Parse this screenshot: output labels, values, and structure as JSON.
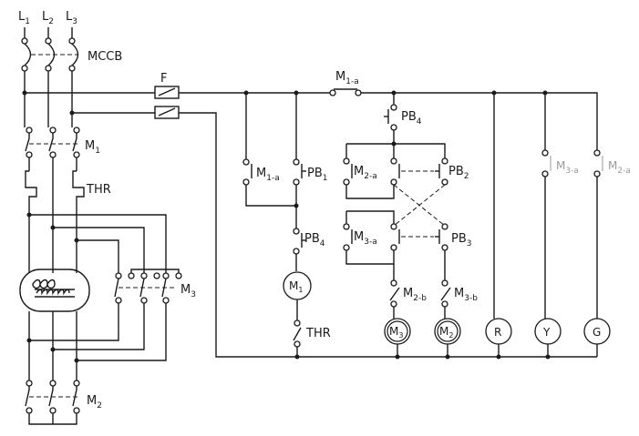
{
  "lines": {
    "l1": {
      "main": "L",
      "sub": "1"
    },
    "l2": {
      "main": "L",
      "sub": "2"
    },
    "l3": {
      "main": "L",
      "sub": "3"
    }
  },
  "breaker": "MCCB",
  "fuse": "F",
  "contactor_m1": {
    "main": "M",
    "sub": "1"
  },
  "overload_power": "THR",
  "contactor_m3": {
    "main": "M",
    "sub": "3"
  },
  "contactor_m2": {
    "main": "M",
    "sub": "2"
  },
  "control": {
    "m1a_top": {
      "main": "M",
      "sub": "1-a"
    },
    "pb4_top": {
      "main": "PB",
      "sub": "4"
    },
    "m1a_hold": {
      "main": "M",
      "sub": "1-a"
    },
    "pb1": {
      "main": "PB",
      "sub": "1"
    },
    "pb4_mid": {
      "main": "PB",
      "sub": "4"
    },
    "m2a": {
      "main": "M",
      "sub": "2-a"
    },
    "pb2": {
      "main": "PB",
      "sub": "2"
    },
    "m3a": {
      "main": "M",
      "sub": "3-a"
    },
    "pb3": {
      "main": "PB",
      "sub": "3"
    },
    "m2b": {
      "main": "M",
      "sub": "2-b"
    },
    "m3b": {
      "main": "M",
      "sub": "3-b"
    },
    "m3a_lamp": {
      "main": "M",
      "sub": "3-a"
    },
    "m2a_lamp": {
      "main": "M",
      "sub": "2-a"
    },
    "thr_control": "THR"
  },
  "coils": {
    "m1": {
      "main": "M",
      "sub": "1"
    },
    "m3": {
      "main": "M",
      "sub": "3"
    },
    "m2": {
      "main": "M",
      "sub": "2"
    }
  },
  "lamps": {
    "r": "R",
    "y": "Y",
    "g": "G"
  }
}
